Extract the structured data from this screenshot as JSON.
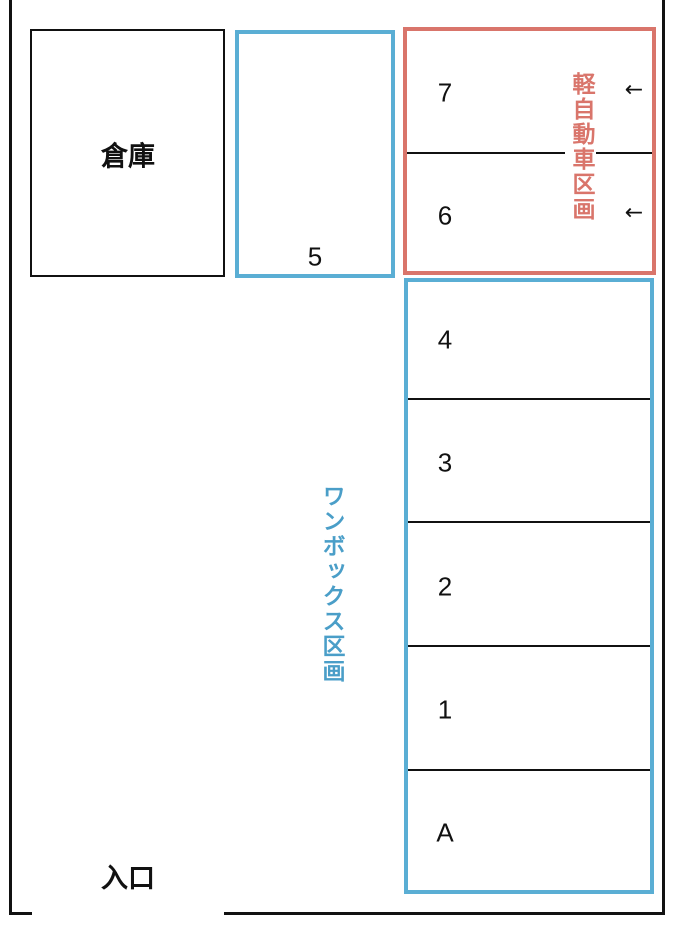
{
  "colors": {
    "outline": "#111111",
    "light_car_zone": "#d9756b",
    "wagon_zone": "#5aaed4"
  },
  "warehouse": {
    "label": "倉庫"
  },
  "entrance": {
    "label": "入口"
  },
  "light_car_zone": {
    "label": "軽自動車区画",
    "spaces": [
      {
        "number": "7",
        "arrow": "←"
      },
      {
        "number": "6",
        "arrow": "←"
      }
    ]
  },
  "wagon_zone": {
    "label": "ワンボックス区画",
    "space_5": "5",
    "spaces": [
      "4",
      "3",
      "2",
      "1",
      "A"
    ]
  }
}
